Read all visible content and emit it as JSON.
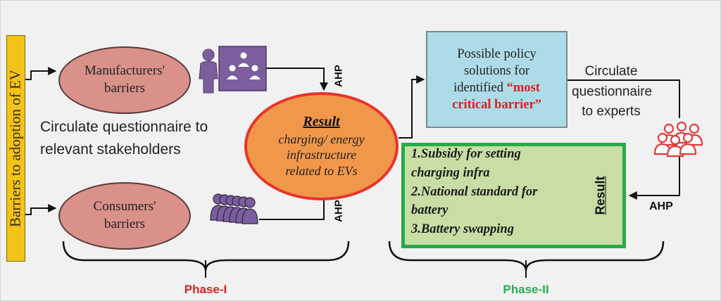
{
  "side_label": "Barriers to adoption of EV",
  "phase1": {
    "manufacturers_oval": [
      "Manufacturers'",
      "barriers"
    ],
    "consumers_oval": [
      "Consumers'",
      "barriers"
    ],
    "circulate_text": [
      "Circulate questionnaire to",
      "relevant stakeholders"
    ],
    "ahp_top": "AHP",
    "ahp_bottom": "AHP",
    "result_title": "Result",
    "result_body": [
      "charging/ energy",
      "infrastructure",
      "related to EVs"
    ],
    "label": "Phase-I"
  },
  "phase2": {
    "policy_lines": [
      "Possible policy",
      "solutions for"
    ],
    "policy_identified": "identified ",
    "policy_critical_1": "“most",
    "policy_critical_2": "critical barrier”",
    "circulate_lines": [
      "Circulate",
      "questionnaire",
      "to experts"
    ],
    "ahp": "AHP",
    "result_label": "Result",
    "result_items": [
      "1.Subsidy for setting",
      "charging infra",
      "2.National standard for",
      "battery",
      "3.Battery swapping"
    ],
    "label": "Phase-II"
  },
  "colors": {
    "side_bar": "#f3c318",
    "oval_fill": "#d9918a",
    "result_oval_fill": "#f1974a",
    "result_oval_border": "#e8342a",
    "policy_fill": "#aedbe8",
    "green_fill": "#c8dea5",
    "green_border": "#28ab47",
    "phase1_color": "#d7231f",
    "phase2_color": "#2aab55",
    "icon_purple": "#7b5e9e",
    "icon_red": "#e03a3a"
  },
  "icons": [
    "board-meeting-icon",
    "consumer-group-icon",
    "expert-group-icon"
  ]
}
